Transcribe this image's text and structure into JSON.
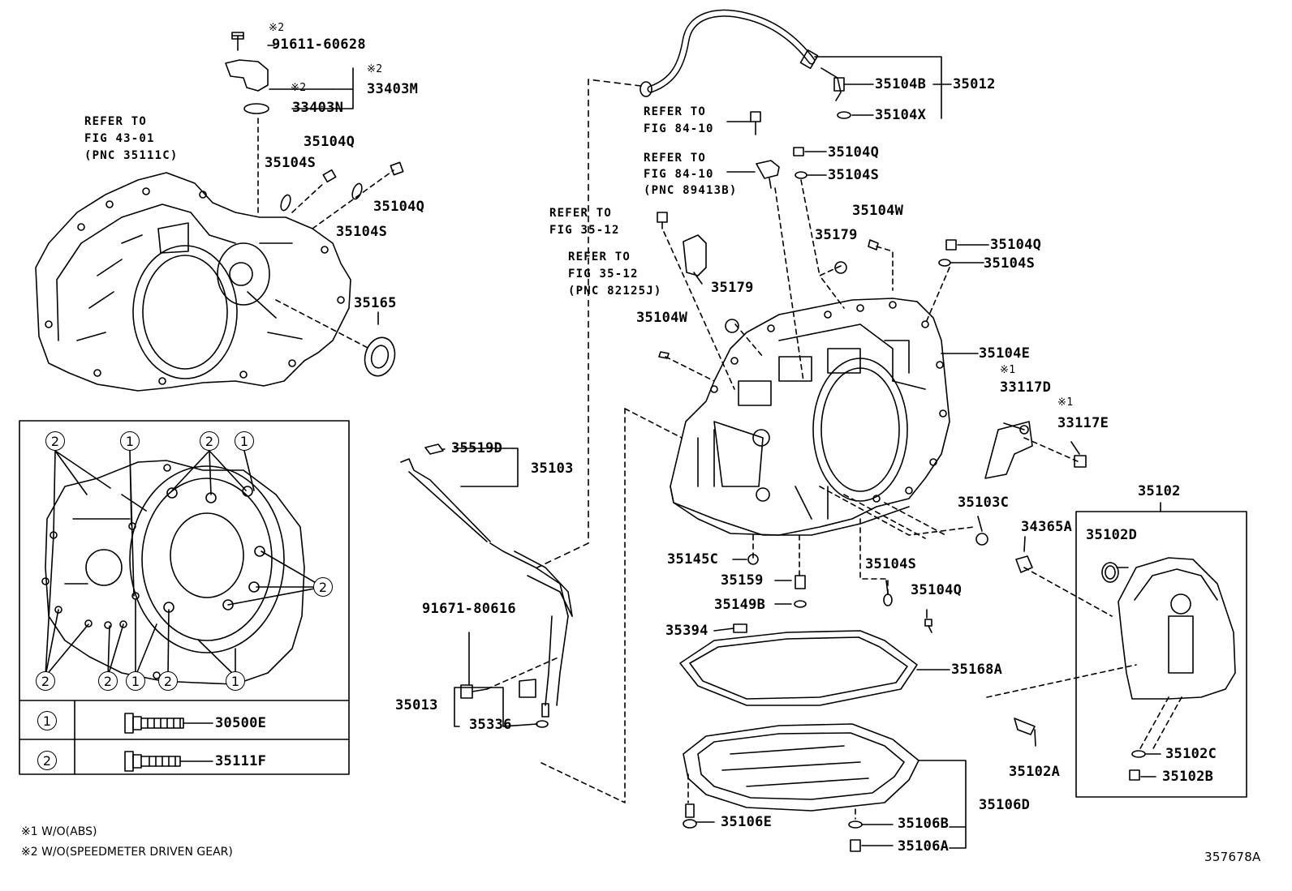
{
  "parts": {
    "p91611_60628": "91611-60628",
    "p33403M": "33403M",
    "p33403N": "33403N",
    "p35104Q_a": "35104Q",
    "p35104S_a": "35104S",
    "p35104Q_b": "35104Q",
    "p35104S_b": "35104S",
    "p35165": "35165",
    "p35104B": "35104B",
    "p35012": "35012",
    "p35104X": "35104X",
    "p35104Q_c": "35104Q",
    "p35104S_c": "35104S",
    "p35104W_a": "35104W",
    "p35179_a": "35179",
    "p35104Q_d": "35104Q",
    "p35104S_d": "35104S",
    "p35179_b": "35179",
    "p35104W_b": "35104W",
    "p35104E": "35104E",
    "p33117D": "33117D",
    "p33117E": "33117E",
    "p35519D": "35519D",
    "p35103": "35103",
    "p35102": "35102",
    "p35103C": "35103C",
    "p34365A": "34365A",
    "p35102D": "35102D",
    "p35145C": "35145C",
    "p35104S_e": "35104S",
    "p35159": "35159",
    "p35104Q_e": "35104Q",
    "p35149B": "35149B",
    "p91671_80616": "91671-80616",
    "p35394": "35394",
    "p35168A": "35168A",
    "p35013": "35013",
    "p35336": "35336",
    "p35102A": "35102A",
    "p35102C": "35102C",
    "p35102B": "35102B",
    "p35106D": "35106D",
    "p35106E": "35106E",
    "p35106B": "35106B",
    "p35106A": "35106A"
  },
  "marks": {
    "m1": "※2",
    "m2": "※2",
    "m3": "※2",
    "m4": "※1",
    "m5": "※1"
  },
  "refs": {
    "ref_43_l1": "REFER TO",
    "ref_43_l2": "FIG 43-01",
    "ref_43_l3": "(PNC 35111C)",
    "ref_84a_l1": "REFER TO",
    "ref_84a_l2": "FIG 84-10",
    "ref_84b_l1": "REFER TO",
    "ref_84b_l2": "FIG 84-10",
    "ref_84b_l3": "(PNC 89413B)",
    "ref_35a_l1": "REFER TO",
    "ref_35a_l2": "FIG 35-12",
    "ref_35b_l1": "REFER TO",
    "ref_35b_l2": "FIG 35-12",
    "ref_35b_l3": "(PNC 82125J)"
  },
  "legend": {
    "row1_symbol": "1",
    "row1_part": "30500E",
    "row2_symbol": "2",
    "row2_part": "35111F",
    "callouts": {
      "c1": "2",
      "c2": "1",
      "c3": "2",
      "c4": "1",
      "c5": "2",
      "c6": "2",
      "c7": "2",
      "c8": "1",
      "c9": "2",
      "c10": "1"
    }
  },
  "footnotes": {
    "n1": "※1 W/O(ABS)",
    "n2": "※2 W/O(SPEEDMETER DRIVEN GEAR)"
  },
  "figure_id": "357678A"
}
